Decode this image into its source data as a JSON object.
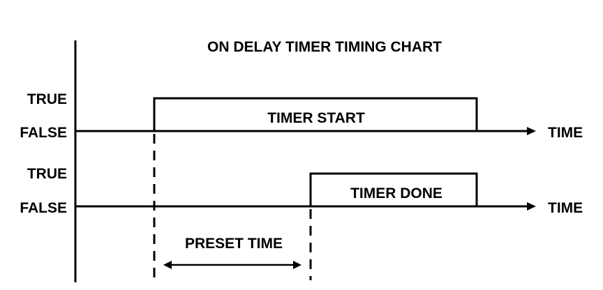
{
  "title": "ON DELAY TIMER TIMING CHART",
  "signals": [
    {
      "true_label": "TRUE",
      "false_label": "FALSE",
      "name": "TIMER START",
      "axis_label": "TIME"
    },
    {
      "true_label": "TRUE",
      "false_label": "FALSE",
      "name": "TIMER DONE",
      "axis_label": "TIME"
    }
  ],
  "preset": {
    "label": "PRESET TIME"
  },
  "colors": {
    "line": "#000000",
    "background": "#ffffff"
  }
}
